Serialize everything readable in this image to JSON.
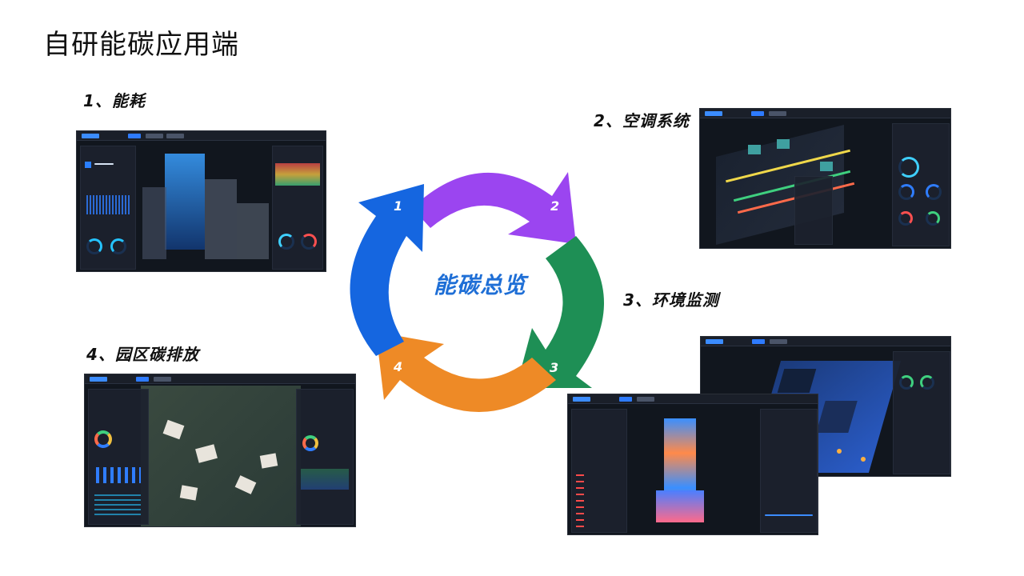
{
  "title": "自研能碳应用端",
  "center_label": "能碳总览",
  "sections": [
    {
      "label": "1、能耗",
      "num": "1"
    },
    {
      "label": "2、空调系统",
      "num": "2"
    },
    {
      "label": "3、环境监测",
      "num": "3"
    },
    {
      "label": "4、园区碳排放",
      "num": "4"
    }
  ],
  "colors": {
    "arrow1": "#1566e0",
    "arrow2": "#9b45f0",
    "arrow3": "#1e8f55",
    "arrow4": "#ee8a26",
    "center_text": "#1f6fd6"
  }
}
